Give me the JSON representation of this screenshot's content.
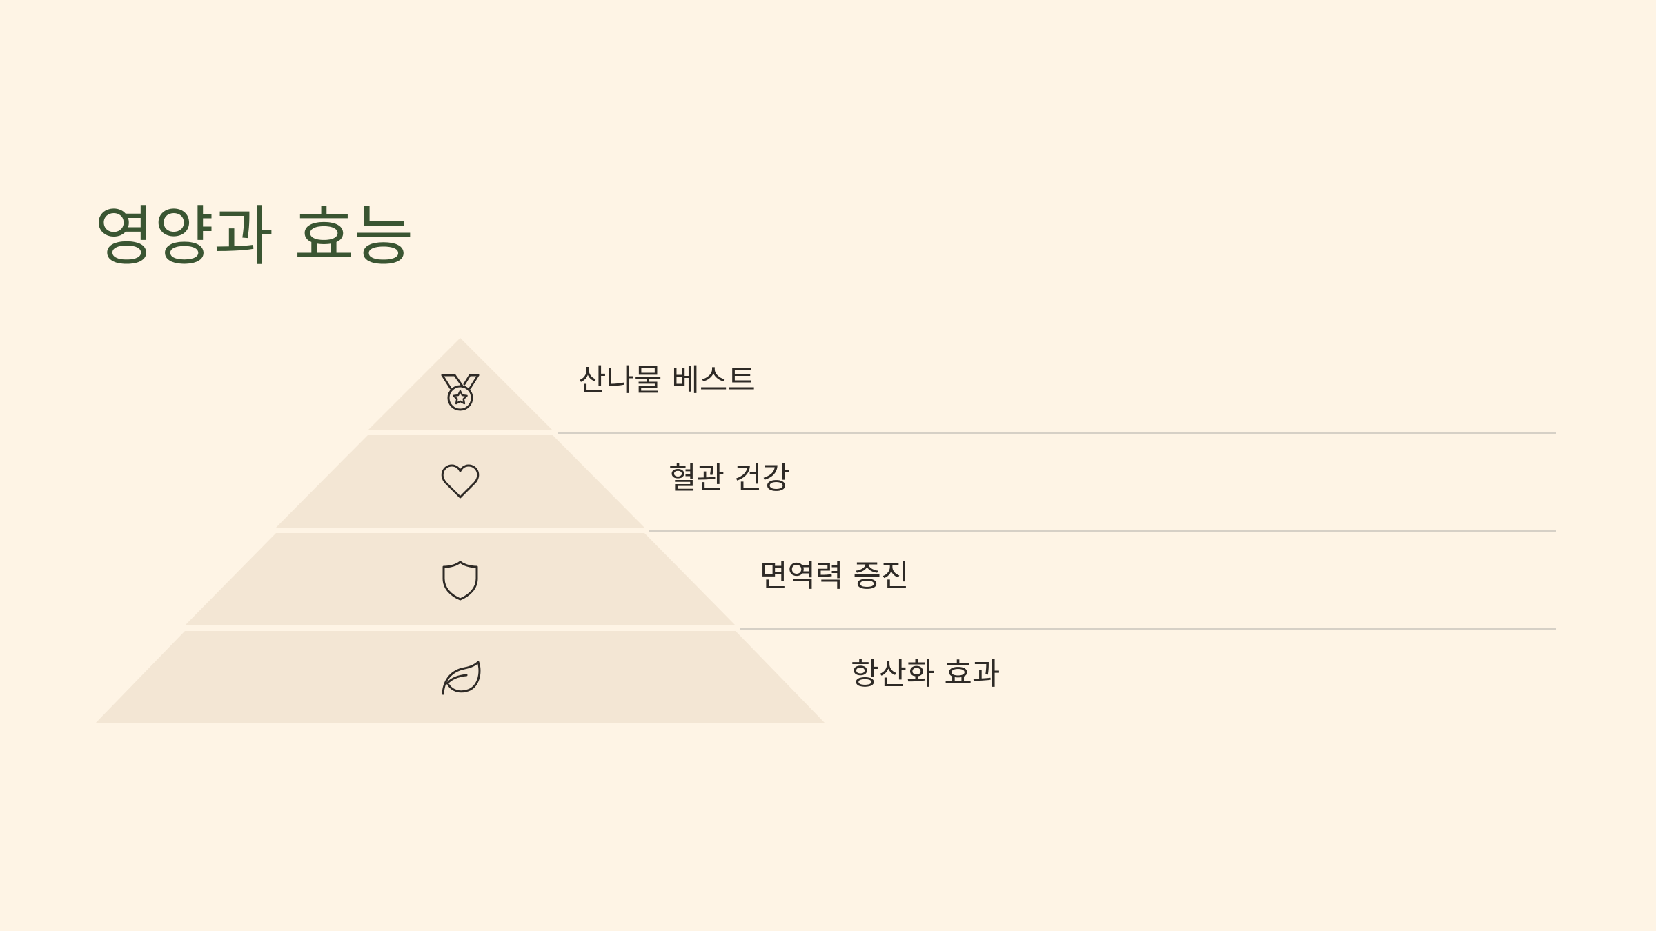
{
  "page": {
    "title": "영양과 효능",
    "colors": {
      "background": "#FEF4E5",
      "title": "#3A5532",
      "pyramid_fill": "#F3E6D4",
      "icon_stroke": "#2E2A26",
      "label_text": "#2E2A26",
      "divider": "#D6D0C6"
    }
  },
  "pyramid": {
    "levels": [
      {
        "label": "산나물 베스트",
        "icon": "medal-icon"
      },
      {
        "label": "혈관 건강",
        "icon": "heart-icon"
      },
      {
        "label": "면역력 증진",
        "icon": "shield-icon"
      },
      {
        "label": "항산화 효과",
        "icon": "leaf-icon"
      }
    ]
  }
}
